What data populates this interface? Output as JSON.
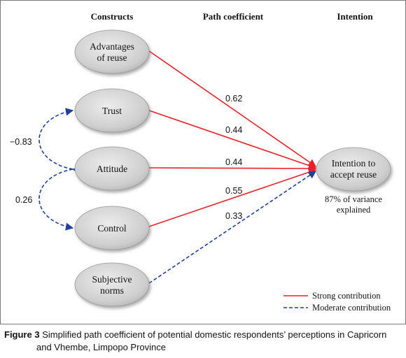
{
  "headers": {
    "constructs": "Constructs",
    "path_coefficient": "Path coefficient",
    "intention": "Intention"
  },
  "nodes": {
    "advantages": [
      "Advantages",
      "of reuse"
    ],
    "trust": [
      "Trust"
    ],
    "attitude": [
      "Attitude"
    ],
    "control": [
      "Control"
    ],
    "subjective": [
      "Subjective",
      "norms"
    ],
    "intention": [
      "Intention to",
      "accept reuse"
    ]
  },
  "variance_note": [
    "87% of variance",
    "explained"
  ],
  "paths": [
    {
      "from": "advantages",
      "coefficient": "0.62",
      "contribution": "strong"
    },
    {
      "from": "trust",
      "coefficient": "0.44",
      "contribution": "strong"
    },
    {
      "from": "attitude",
      "coefficient": "0.44",
      "contribution": "strong"
    },
    {
      "from": "control",
      "coefficient": "0.55",
      "contribution": "strong"
    },
    {
      "from": "subjective",
      "coefficient": "0.33",
      "contribution": "moderate"
    }
  ],
  "correlations": [
    {
      "between": [
        "trust",
        "attitude"
      ],
      "value": "−0.83"
    },
    {
      "between": [
        "attitude",
        "control"
      ],
      "value": "0.26"
    }
  ],
  "legend": {
    "strong": "Strong contribution",
    "moderate": "Moderate contribution"
  },
  "colors": {
    "strong": "#e8202a",
    "moderate": "#1f3f9c",
    "node_fill": "#d4d4d4"
  },
  "caption": {
    "label": "Figure 3",
    "line1": " Simplified path coefficient of potential domestic respondents’ perceptions in Capricorn",
    "line2": "and Vhembe, Limpopo Province"
  }
}
